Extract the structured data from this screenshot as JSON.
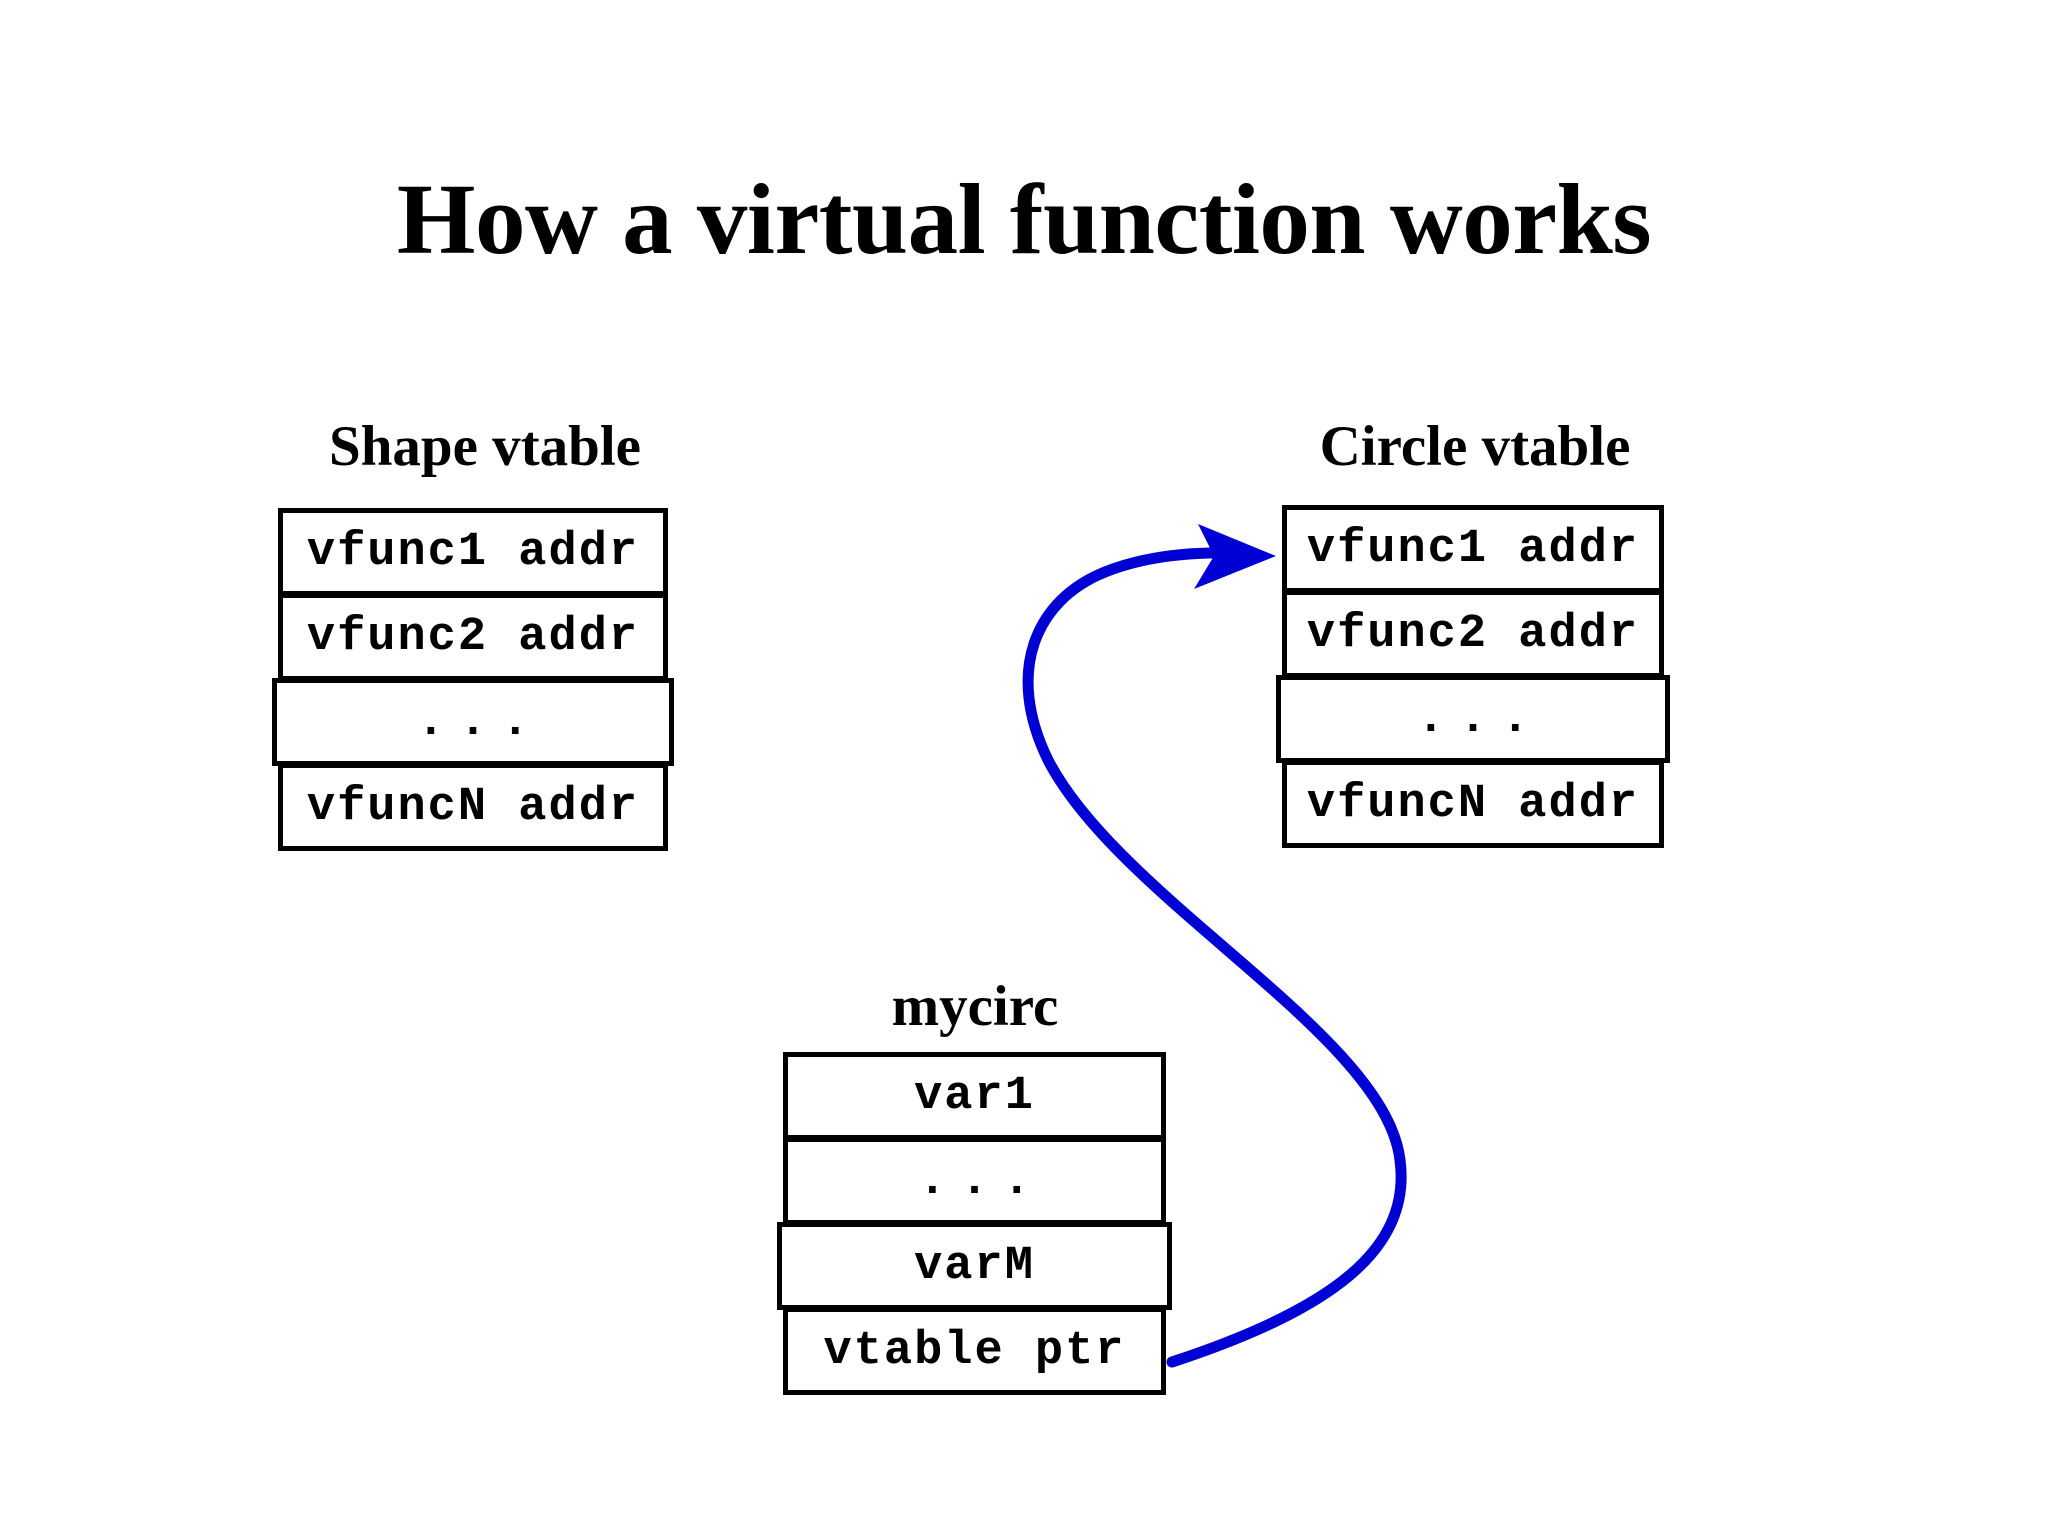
{
  "slide": {
    "title": "How a virtual function works",
    "background_color": "#ffffff",
    "text_color": "#000000",
    "pointer_color": "#0000d4"
  },
  "shape_vtable": {
    "caption": "Shape vtable",
    "rows": [
      {
        "label": "vfunc1 addr",
        "kind": "entry"
      },
      {
        "label": "vfunc2 addr",
        "kind": "entry"
      },
      {
        "label": "...",
        "kind": "ellipsis"
      },
      {
        "label": "vfuncN addr",
        "kind": "entry"
      }
    ]
  },
  "circle_vtable": {
    "caption": "Circle vtable",
    "rows": [
      {
        "label": "vfunc1 addr",
        "kind": "entry"
      },
      {
        "label": "vfunc2 addr",
        "kind": "entry"
      },
      {
        "label": "...",
        "kind": "ellipsis"
      },
      {
        "label": "vfuncN addr",
        "kind": "entry"
      }
    ]
  },
  "mycirc_object": {
    "caption": "mycirc",
    "rows": [
      {
        "label": "var1",
        "kind": "entry"
      },
      {
        "label": "...",
        "kind": "ellipsis"
      },
      {
        "label": "varM",
        "kind": "entry"
      },
      {
        "label": "vtable ptr",
        "kind": "pointer"
      }
    ]
  },
  "pointer": {
    "from": "mycirc.vtable ptr",
    "to": "Circle vtable.vfunc1 addr",
    "color": "#0000d4"
  }
}
